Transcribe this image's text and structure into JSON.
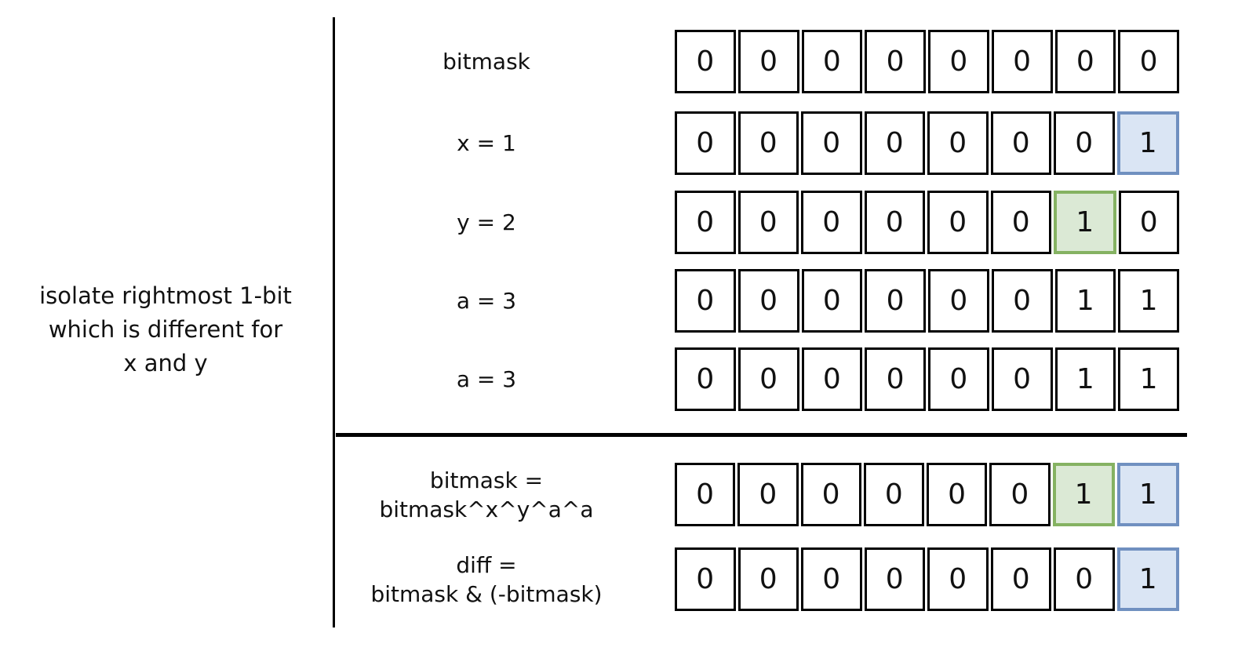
{
  "note": {
    "lines": [
      "isolate rightmost 1-bit",
      "which is different for",
      "x and y"
    ]
  },
  "colors": {
    "highlight_blue_fill": "#dae5f4",
    "highlight_blue_border": "#7090c0",
    "highlight_green_fill": "#dbe9d5",
    "highlight_green_border": "#85b262",
    "line_color": "#000000"
  },
  "rows": [
    {
      "label_lines": [
        "bitmask"
      ],
      "bits": [
        "0",
        "0",
        "0",
        "0",
        "0",
        "0",
        "0",
        "0"
      ],
      "highlights": [
        "",
        "",
        "",
        "",
        "",
        "",
        "",
        ""
      ]
    },
    {
      "label_lines": [
        "x = 1"
      ],
      "bits": [
        "0",
        "0",
        "0",
        "0",
        "0",
        "0",
        "0",
        "1"
      ],
      "highlights": [
        "",
        "",
        "",
        "",
        "",
        "",
        "",
        "blue"
      ]
    },
    {
      "label_lines": [
        "y = 2"
      ],
      "bits": [
        "0",
        "0",
        "0",
        "0",
        "0",
        "0",
        "1",
        "0"
      ],
      "highlights": [
        "",
        "",
        "",
        "",
        "",
        "",
        "green",
        ""
      ]
    },
    {
      "label_lines": [
        "a = 3"
      ],
      "bits": [
        "0",
        "0",
        "0",
        "0",
        "0",
        "0",
        "1",
        "1"
      ],
      "highlights": [
        "",
        "",
        "",
        "",
        "",
        "",
        "",
        ""
      ]
    },
    {
      "label_lines": [
        "a = 3"
      ],
      "bits": [
        "0",
        "0",
        "0",
        "0",
        "0",
        "0",
        "1",
        "1"
      ],
      "highlights": [
        "",
        "",
        "",
        "",
        "",
        "",
        "",
        ""
      ]
    },
    {
      "label_lines": [
        "bitmask =",
        "bitmask^x^y^a^a"
      ],
      "bits": [
        "0",
        "0",
        "0",
        "0",
        "0",
        "0",
        "1",
        "1"
      ],
      "highlights": [
        "",
        "",
        "",
        "",
        "",
        "",
        "green",
        "blue"
      ]
    },
    {
      "label_lines": [
        "diff =",
        "bitmask & (-bitmask)"
      ],
      "bits": [
        "0",
        "0",
        "0",
        "0",
        "0",
        "0",
        "0",
        "1"
      ],
      "highlights": [
        "",
        "",
        "",
        "",
        "",
        "",
        "",
        "blue"
      ]
    }
  ]
}
